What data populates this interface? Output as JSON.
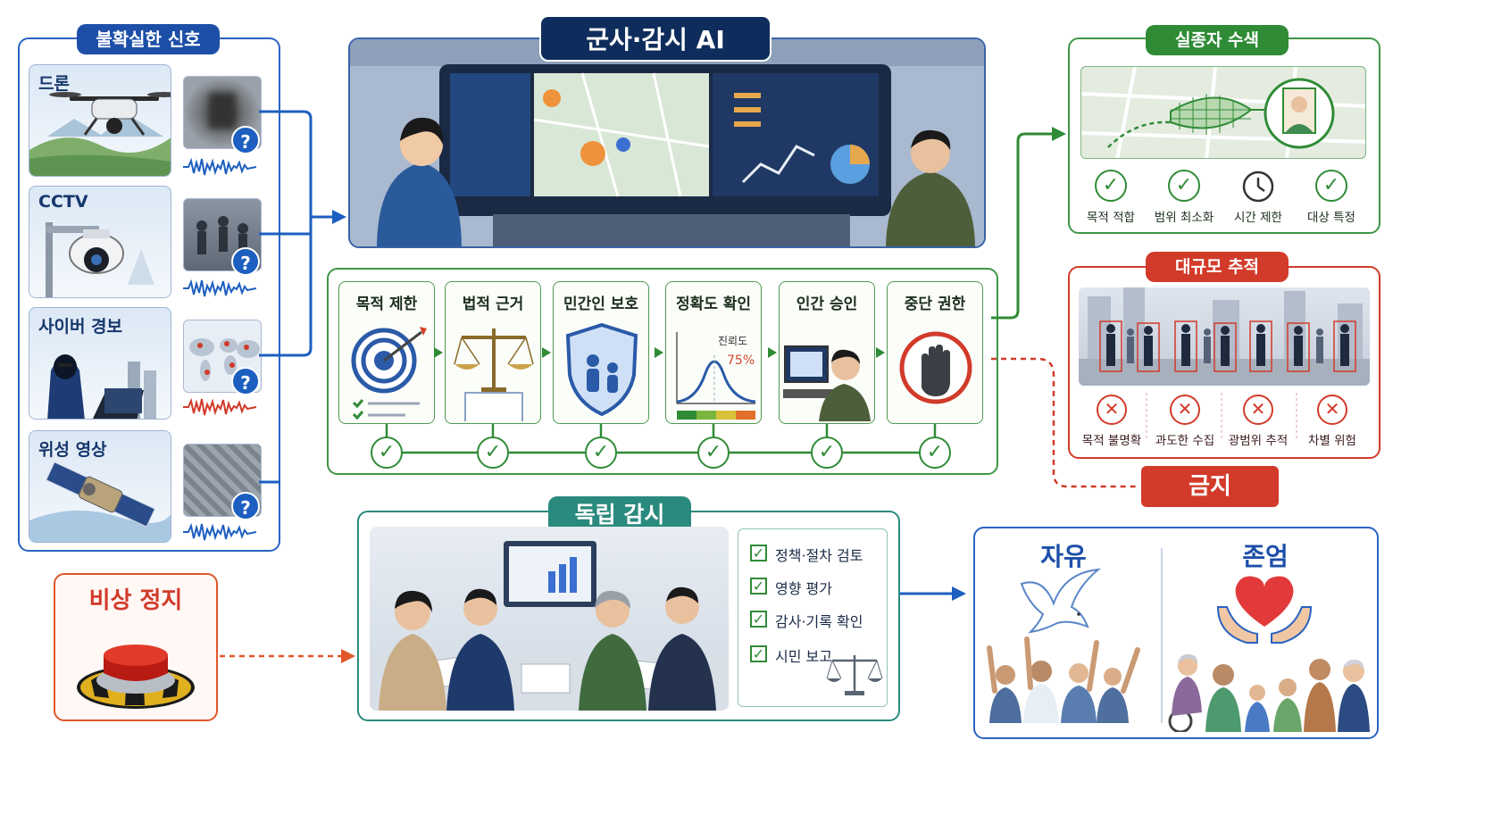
{
  "signals": {
    "title": "불확실한 신호",
    "sources": [
      {
        "label": "드론",
        "icon": "drone-icon"
      },
      {
        "label": "CCTV",
        "icon": "cctv-camera-icon"
      },
      {
        "label": "사이버 경보",
        "icon": "hacker-icon"
      },
      {
        "label": "위성 영상",
        "icon": "satellite-icon"
      }
    ],
    "unknown_mark": "?"
  },
  "ai": {
    "title": "군사·감시 AI"
  },
  "gates": {
    "steps": [
      "목적 제한",
      "법적 근거",
      "민간인 보호",
      "정확도 확인",
      "인간 승인",
      "중단 권한"
    ],
    "confidence_label": "진뢰도",
    "confidence_value": "75%",
    "check_mark": "✓"
  },
  "missing": {
    "title": "실종자 수색",
    "criteria": [
      "목적 적합",
      "범위 최소화",
      "시간 제한",
      "대상 특정"
    ]
  },
  "mass": {
    "title": "대규모 추적",
    "risks": [
      "목적 불명확",
      "과도한 수집",
      "광범위 추적",
      "차별 위험"
    ],
    "x_mark": "✕"
  },
  "banned": {
    "label": "금지"
  },
  "emergency": {
    "title": "비상 정지"
  },
  "oversight": {
    "title": "독립 감시",
    "items": [
      "정책·절차 검토",
      "영향 평가",
      "감사·기록 확인",
      "시민 보고"
    ]
  },
  "values": {
    "freedom": "자유",
    "dignity": "존엄"
  },
  "colors": {
    "blue": "#1d5fc0",
    "navy": "#0f2d5c",
    "green": "#2f8b36",
    "red": "#d23a2a",
    "teal": "#2a8a7e"
  }
}
